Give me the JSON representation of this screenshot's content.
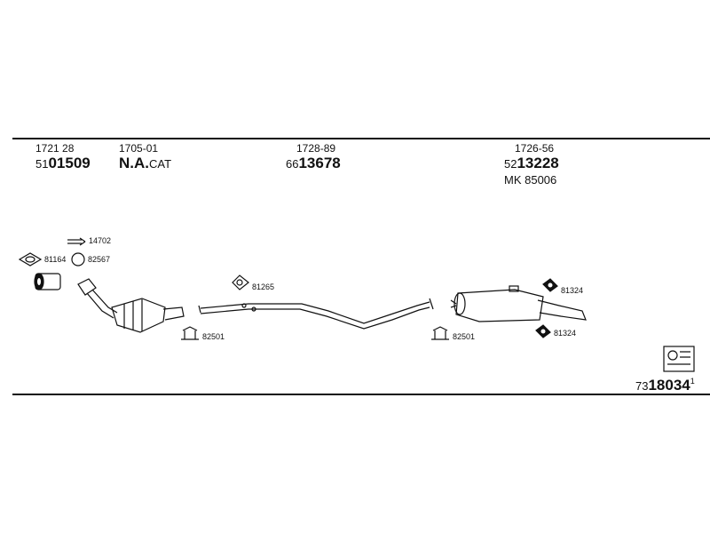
{
  "header": {
    "col1": {
      "small": "1721 28",
      "prefix": "51",
      "code": "01509"
    },
    "col2": {
      "small": "1705-01",
      "code": "N.A.",
      "suffix": "CAT"
    },
    "col3": {
      "small": "1728-89",
      "prefix": "66",
      "code": "13678"
    },
    "col4": {
      "small": "1726-56",
      "prefix": "52",
      "code": "13228",
      "extra": "MK  85006"
    }
  },
  "parts": {
    "clamp_14702": "14702",
    "gasket_81164": "81164",
    "ring_82567": "82567",
    "gasket_81265": "81265",
    "clamp_82501_a": "82501",
    "clamp_82501_b": "82501",
    "mount_81324_a": "81324",
    "mount_81324_b": "81324"
  },
  "footer": {
    "prefix": "73",
    "code": "18034",
    "sup": "1"
  }
}
